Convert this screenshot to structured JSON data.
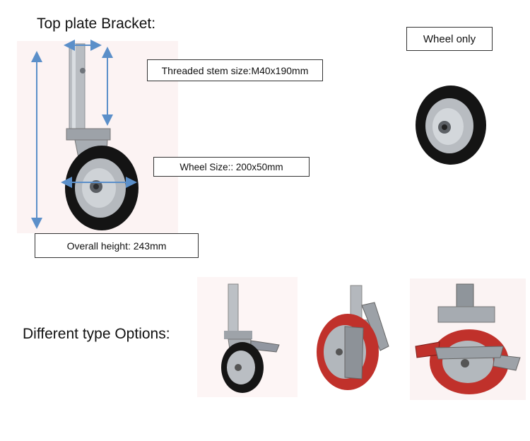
{
  "top_heading": "Top plate Bracket:",
  "stem_label": "Threaded stem size:M40x190mm",
  "wheel_size_label": "Wheel Size:: 200x50mm",
  "overall_height_label": "Overall height:  243mm",
  "wheel_only_label": "Wheel only",
  "options_heading": "Different type Options:",
  "colors": {
    "arrow": "#5b8fc9",
    "rubber": "#161616",
    "steel": "#a9adb3",
    "red_pu": "#c0312b"
  }
}
